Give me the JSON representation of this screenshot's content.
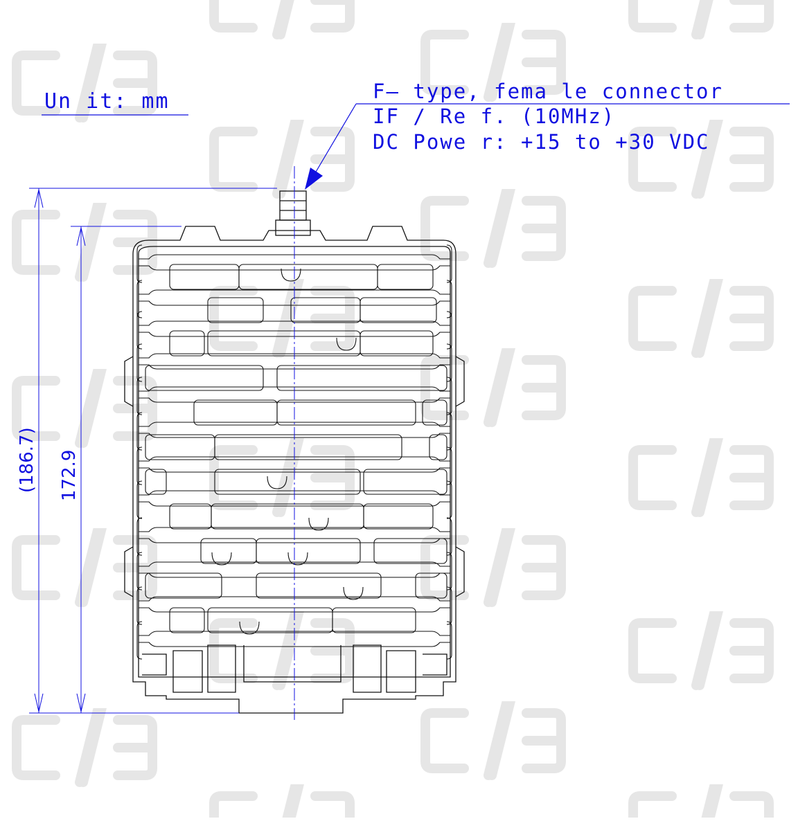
{
  "colors": {
    "annotation": "#1010e0",
    "outline": "#111111",
    "watermark": "#e6e6e6",
    "background": "#ffffff"
  },
  "unit_label": "Un it: mm",
  "connector_note": {
    "line1": "F— type,  fema le  connector",
    "line2": "IF ∕ Re f. (10MHz)",
    "line3": "DC Powe r: +15  to +30  VDC"
  },
  "dimensions": {
    "overall_height": "(186.7)",
    "body_height": "172.9"
  },
  "watermark": {
    "icon": "brand-logo-watermark"
  }
}
